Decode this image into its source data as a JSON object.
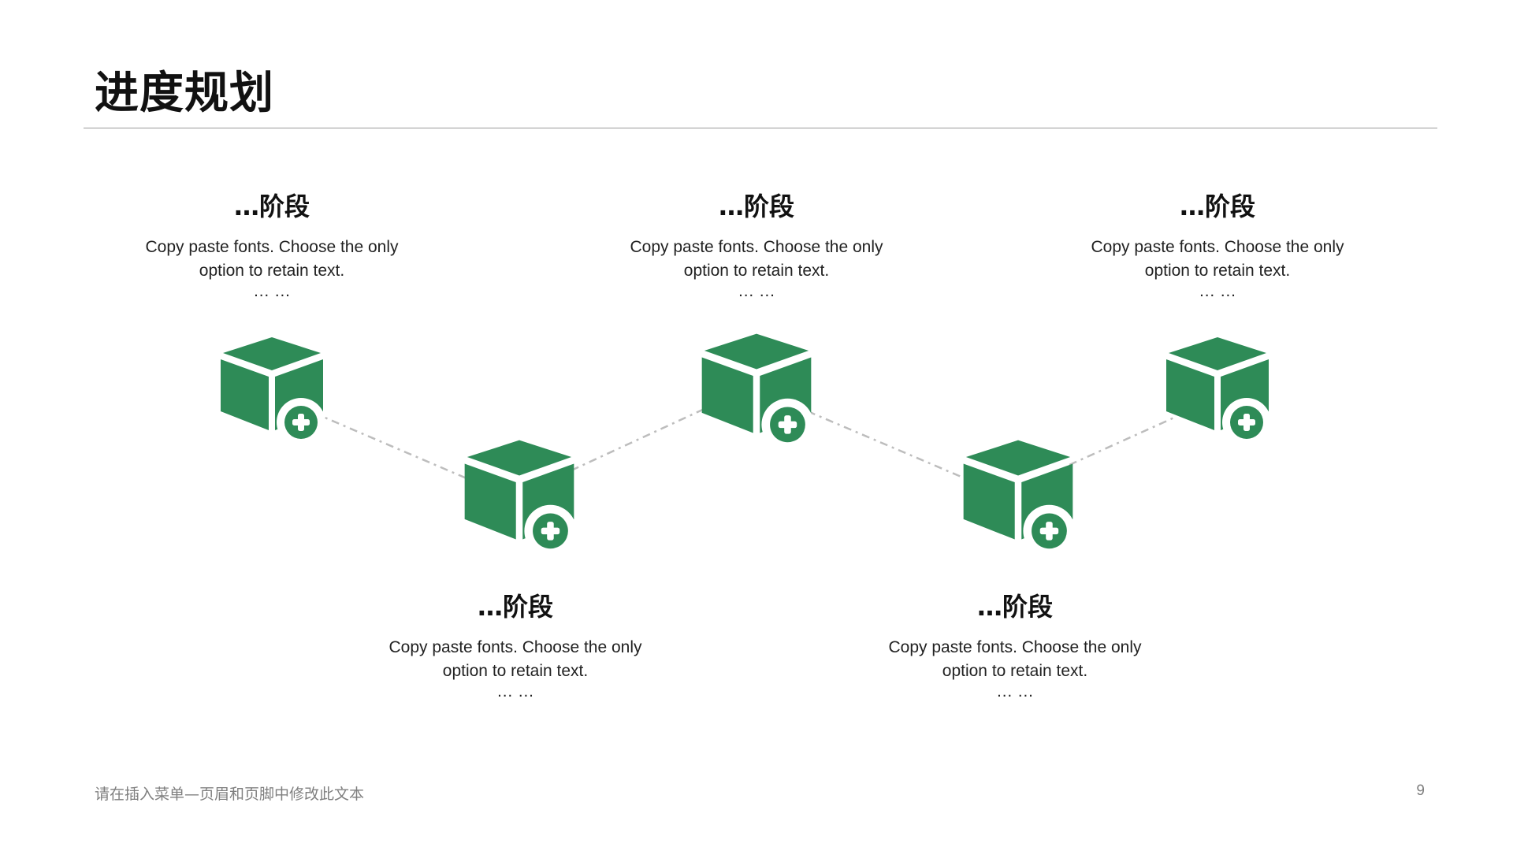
{
  "slide": {
    "title": "进度规划",
    "page_number": "9",
    "footer": "请在插入菜单—页眉和页脚中修改此文本"
  },
  "theme": {
    "accent": "#2e8b57",
    "connector": "#bdbdbd"
  },
  "icon": "box-plus-icon",
  "stages": [
    {
      "title": "…阶段",
      "description": "Copy paste fonts. Choose the only option to retain text.",
      "ellipsis": "… …"
    },
    {
      "title": "…阶段",
      "description": "Copy paste fonts. Choose the only option to retain text.",
      "ellipsis": "… …"
    },
    {
      "title": "…阶段",
      "description": "Copy paste fonts. Choose the only option to retain text.",
      "ellipsis": "… …"
    },
    {
      "title": "…阶段",
      "description": "Copy paste fonts. Choose the only option to retain text.",
      "ellipsis": "… …"
    },
    {
      "title": "…阶段",
      "description": "Copy paste fonts. Choose the only option to retain text.",
      "ellipsis": "… …"
    }
  ]
}
